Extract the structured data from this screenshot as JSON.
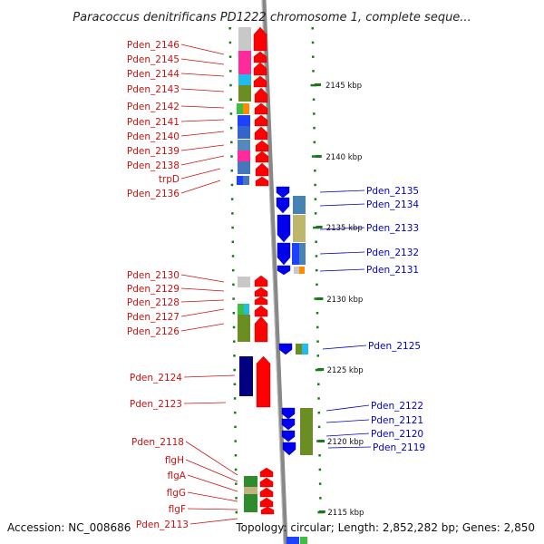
{
  "title": "Paracoccus denitrificans PD1222 chromosome 1, complete seque...",
  "footer": {
    "accession": "Accession: NC_008686",
    "summary": "Topology: circular; Length: 2,852,282 bp; Genes: 2,850"
  },
  "colors": {
    "backbone": "#888888",
    "forward_gene": "#ff0000",
    "reverse_gene": "#0000ee",
    "tick": "#1a7a1a",
    "left_label": "#cc1111",
    "right_label": "#0000cc"
  },
  "scale_labels": [
    "2145 kbp",
    "2140 kbp",
    "2135 kbp",
    "2130 kbp",
    "2125 kbp",
    "2120 kbp",
    "2115 kbp"
  ],
  "left_genes": [
    "Pden_2146",
    "Pden_2145",
    "Pden_2144",
    "Pden_2143",
    "Pden_2142",
    "Pden_2141",
    "Pden_2140",
    "Pden_2139",
    "Pden_2138",
    "trpD",
    "Pden_2136",
    "Pden_2130",
    "Pden_2129",
    "Pden_2128",
    "Pden_2127",
    "Pden_2126",
    "Pden_2124",
    "Pden_2123",
    "Pden_2118",
    "flgH",
    "flgA",
    "flgG",
    "flgF",
    "Pden_2113"
  ],
  "right_genes": [
    "Pden_2135",
    "Pden_2134",
    "Pden_2133",
    "Pden_2132",
    "Pden_2131",
    "Pden_2125",
    "Pden_2122",
    "Pden_2121",
    "Pden_2120",
    "Pden_2119"
  ]
}
